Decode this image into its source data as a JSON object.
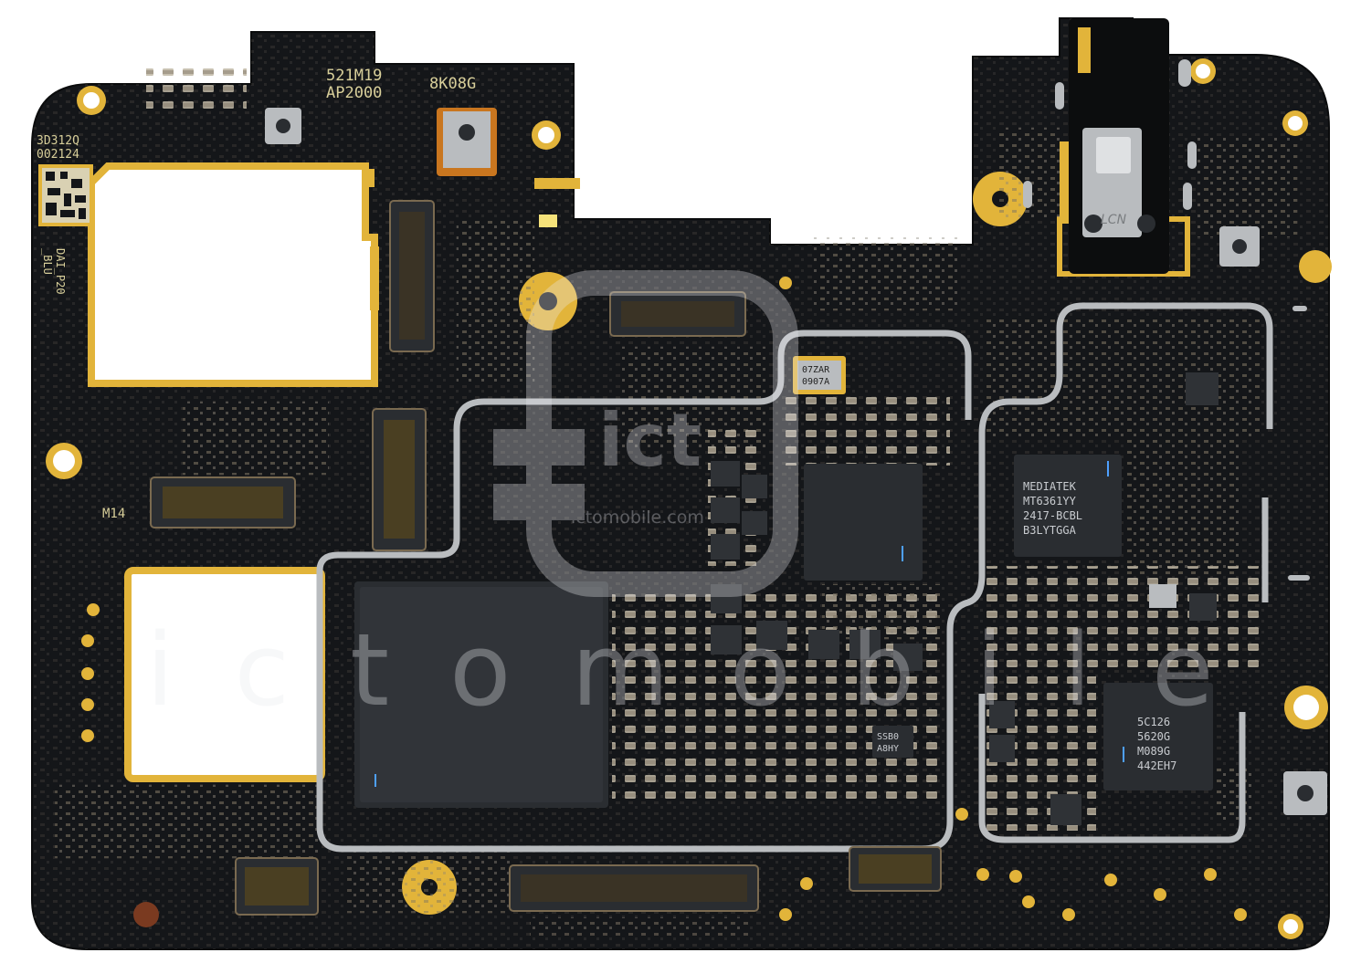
{
  "board": {
    "silkscreen": {
      "code_1": "521M19",
      "code_2": "AP2000",
      "code_3": "8K08G",
      "serial_1": "3D312Q",
      "serial_2": "002124",
      "side_1": "DAI_P20",
      "side_2": "_BLU",
      "label_m14": "M14"
    },
    "chips": {
      "pmic_line_1": "MEDIATEK",
      "pmic_line_2": "MT6361YY",
      "pmic_line_3": "2417-BCBL",
      "pmic_line_4": "B3LYTGGA",
      "rf_line_1": "5C126",
      "rf_line_2": "5620G",
      "rf_line_3": "M089G",
      "rf_line_4": "442EH7",
      "crystal_line_1": "07ZAR",
      "crystal_line_2": "0907A",
      "small_line_1": "SSB0",
      "small_line_2": "A8HY",
      "jack_mark": "LCN"
    }
  },
  "watermark": {
    "logo_text": "ict",
    "site": "ictomobile.com",
    "large": "ictomobile"
  },
  "colors": {
    "pcb": "#15171a",
    "gold": "#e2b43a",
    "shield": "#b9bcbf",
    "chip": "#2a2d31"
  }
}
